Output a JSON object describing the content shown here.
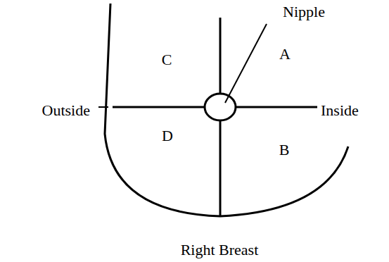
{
  "diagram": {
    "labels": [
      "Nipple",
      "C",
      "A",
      "Outside",
      "Inside",
      "D",
      "B",
      "Right Breast"
    ]
  }
}
